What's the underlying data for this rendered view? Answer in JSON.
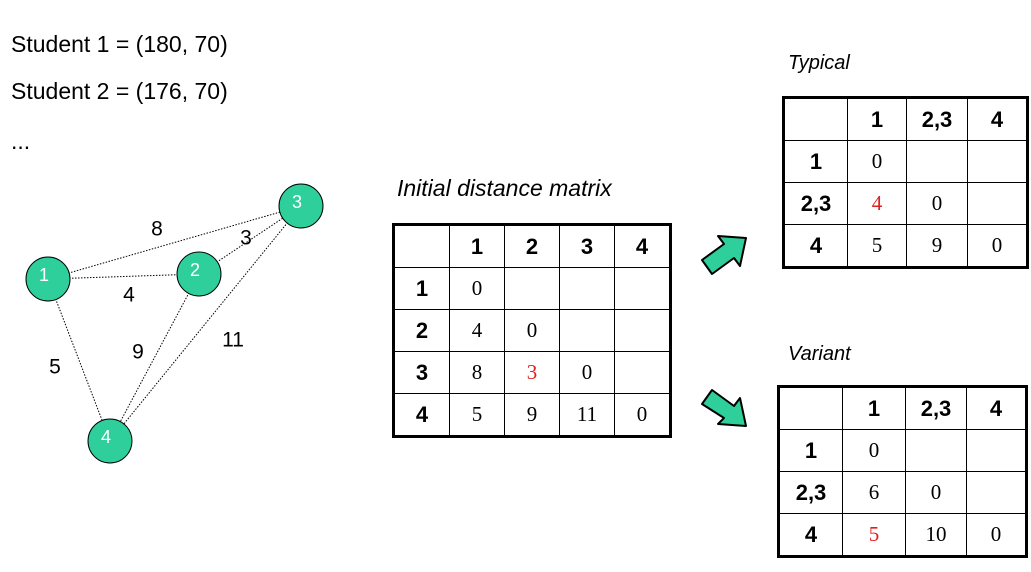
{
  "intro": {
    "line1": "Student 1 = (180, 70)",
    "line2": "Student 2 = (176, 70)",
    "line3": "..."
  },
  "graph": {
    "node_color": "#2ecf9a",
    "nodes": [
      {
        "id": "1",
        "label": "1"
      },
      {
        "id": "2",
        "label": "2"
      },
      {
        "id": "3",
        "label": "3"
      },
      {
        "id": "4",
        "label": "4"
      }
    ],
    "edges": [
      {
        "from": "1",
        "to": "3",
        "label": "8"
      },
      {
        "from": "2",
        "to": "3",
        "label": "3"
      },
      {
        "from": "1",
        "to": "2",
        "label": "4"
      },
      {
        "from": "1",
        "to": "4",
        "label": "5"
      },
      {
        "from": "2",
        "to": "4",
        "label": "9"
      },
      {
        "from": "3",
        "to": "4",
        "label": "11"
      }
    ]
  },
  "initial": {
    "caption": "Initial distance matrix",
    "headers": [
      "1",
      "2",
      "3",
      "4"
    ],
    "rows": [
      {
        "label": "1",
        "cells": [
          "0",
          "",
          "",
          ""
        ]
      },
      {
        "label": "2",
        "cells": [
          "4",
          "0",
          "",
          ""
        ]
      },
      {
        "label": "3",
        "cells": [
          "8",
          "3",
          "0",
          ""
        ]
      },
      {
        "label": "4",
        "cells": [
          "5",
          "9",
          "11",
          "0"
        ]
      }
    ],
    "highlight": {
      "row": 2,
      "col": 1
    }
  },
  "typical": {
    "caption": "Typical",
    "headers": [
      "1",
      "2,3",
      "4"
    ],
    "rows": [
      {
        "label": "1",
        "cells": [
          "0",
          "",
          ""
        ]
      },
      {
        "label": "2,3",
        "cells": [
          "4",
          "0",
          ""
        ]
      },
      {
        "label": "4",
        "cells": [
          "5",
          "9",
          "0"
        ]
      }
    ],
    "highlight": {
      "row": 1,
      "col": 0
    }
  },
  "variant": {
    "caption": "Variant",
    "headers": [
      "1",
      "2,3",
      "4"
    ],
    "rows": [
      {
        "label": "1",
        "cells": [
          "0",
          "",
          ""
        ]
      },
      {
        "label": "2,3",
        "cells": [
          "6",
          "0",
          ""
        ]
      },
      {
        "label": "4",
        "cells": [
          "5",
          "10",
          "0"
        ]
      }
    ],
    "highlight": {
      "row": 2,
      "col": 0
    }
  },
  "colors": {
    "highlight": "#e02020",
    "arrow_fill": "#2ecf9a"
  }
}
